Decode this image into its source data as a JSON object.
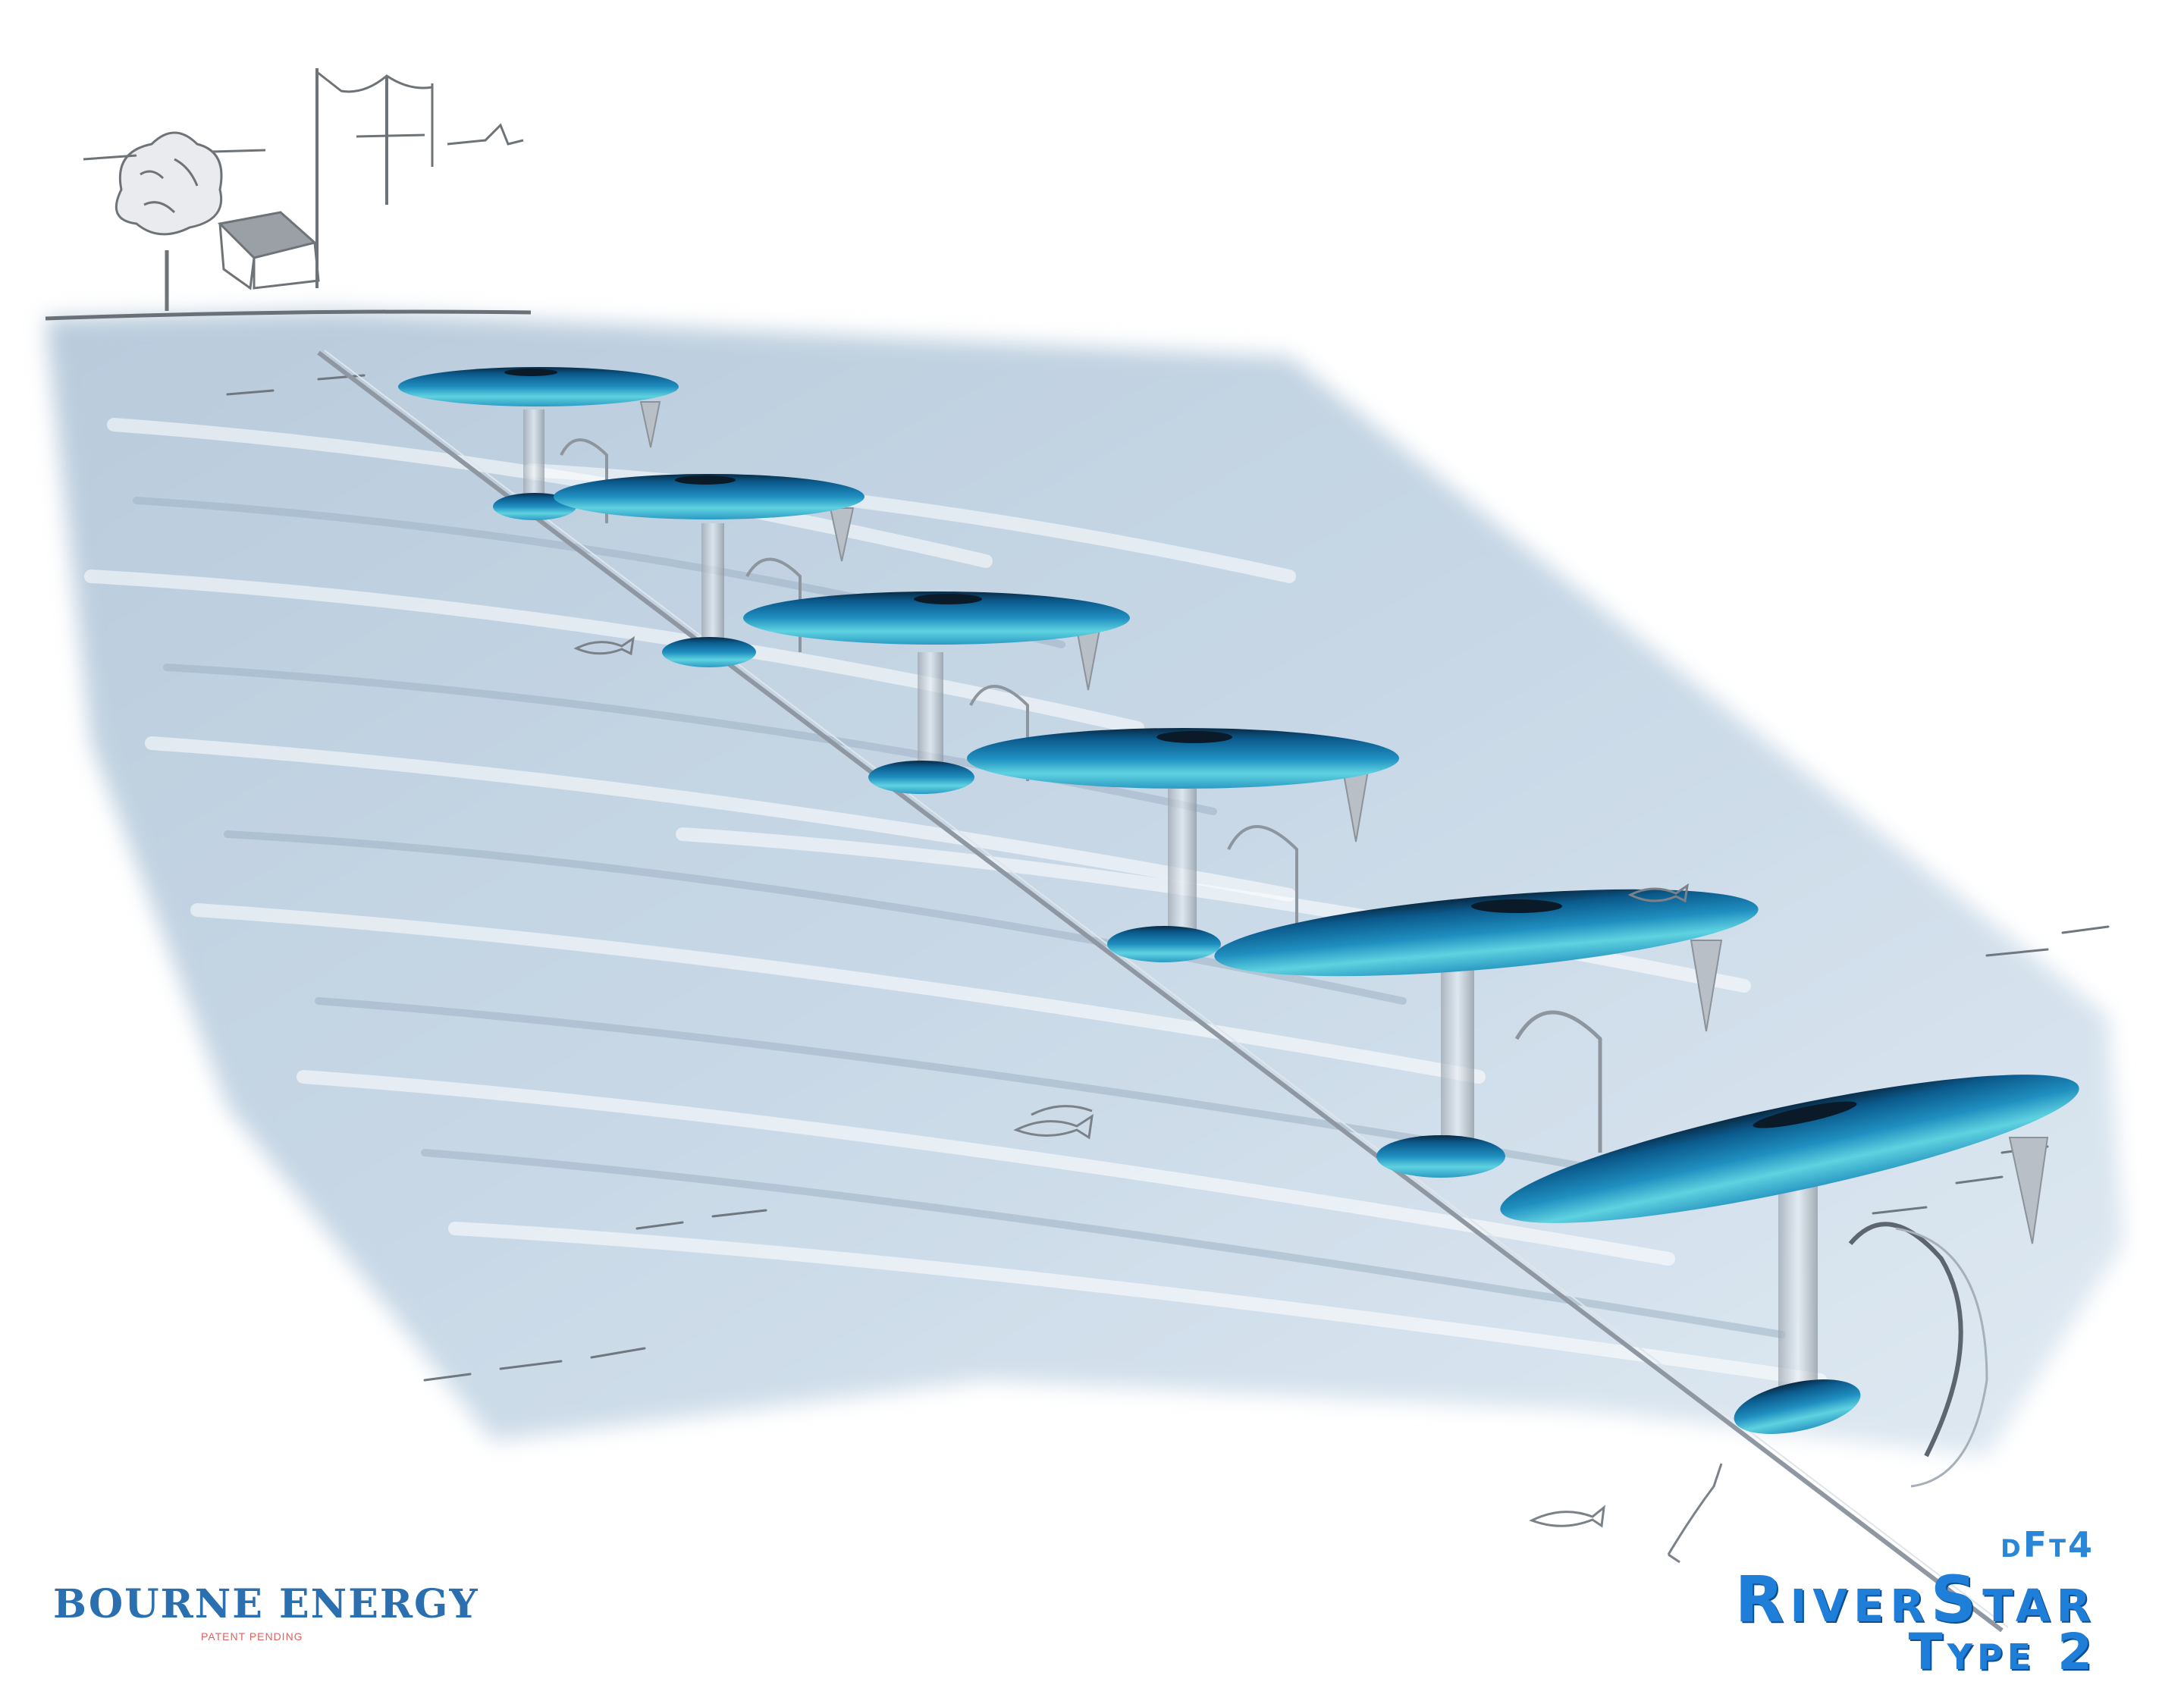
{
  "illustration": {
    "subject": "river hydrokinetic turbine array concept",
    "turbine_count": 6,
    "colors": {
      "background": "#ffffff",
      "water": "#c3d3e2",
      "water_light": "#e4edf5",
      "float_dark": "#0b5a8c",
      "float_mid": "#1f8fc0",
      "float_light": "#5fd2e0",
      "sketch_line": "#8a8f96"
    }
  },
  "branding": {
    "company": "BOURNE ENERGY",
    "patent_notice": "PATENT PENDING",
    "company_color": "#2a6fb0",
    "patent_color": "#e06060"
  },
  "product": {
    "model_code": "dFt4",
    "name": "RiverStar",
    "type": "Type 2",
    "color": "#1f7fd8"
  }
}
